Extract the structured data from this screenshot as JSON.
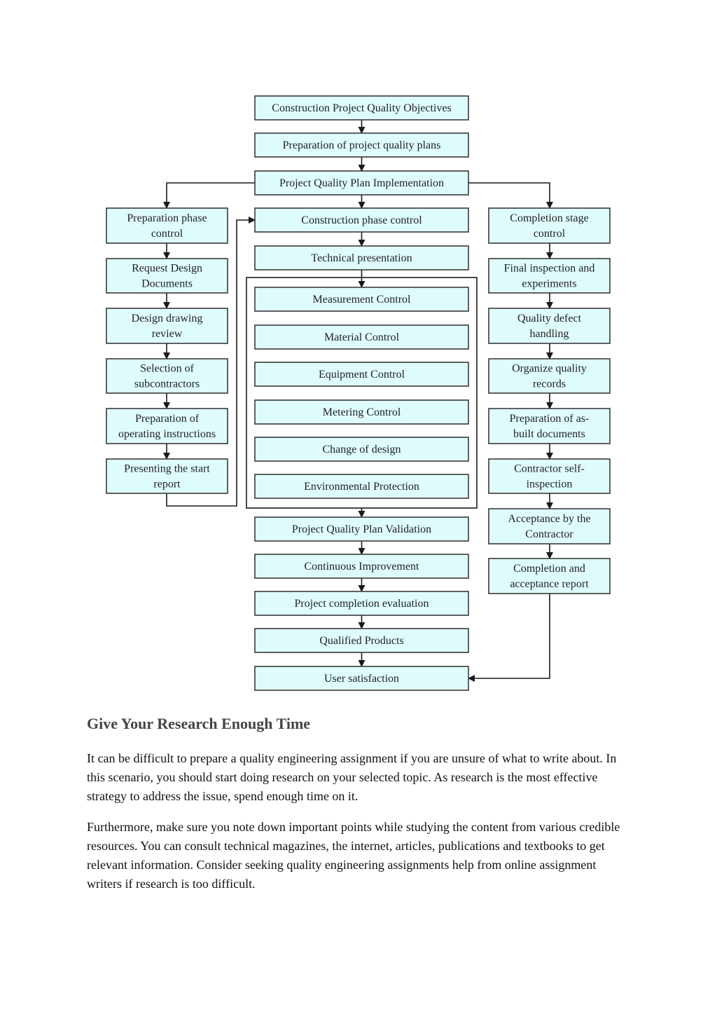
{
  "diagram": {
    "colors": {
      "box_fill": "#dffcfd",
      "box_stroke": "#3a3a3a",
      "line": "#1a1a1a"
    },
    "center": [
      {
        "id": "c1",
        "lines": [
          "Construction Project Quality Objectives"
        ]
      },
      {
        "id": "c2",
        "lines": [
          "Preparation of project quality plans"
        ]
      },
      {
        "id": "c3",
        "lines": [
          "Project Quality Plan Implementation"
        ]
      },
      {
        "id": "c4",
        "lines": [
          "Construction phase control"
        ]
      },
      {
        "id": "c5",
        "lines": [
          "Technical presentation"
        ]
      },
      {
        "id": "c6",
        "lines": [
          "Measurement Control"
        ]
      },
      {
        "id": "c7",
        "lines": [
          "Material Control"
        ]
      },
      {
        "id": "c8",
        "lines": [
          "Equipment Control"
        ]
      },
      {
        "id": "c9",
        "lines": [
          "Metering Control"
        ]
      },
      {
        "id": "c10",
        "lines": [
          "Change of design"
        ]
      },
      {
        "id": "c11",
        "lines": [
          "Environmental Protection"
        ]
      },
      {
        "id": "c12",
        "lines": [
          "Project Quality Plan Validation"
        ]
      },
      {
        "id": "c13",
        "lines": [
          "Continuous Improvement"
        ]
      },
      {
        "id": "c14",
        "lines": [
          "Project completion evaluation"
        ]
      },
      {
        "id": "c15",
        "lines": [
          "Qualified Products"
        ]
      },
      {
        "id": "c16",
        "lines": [
          "User satisfaction"
        ]
      }
    ],
    "left": [
      {
        "id": "l1",
        "lines": [
          "Preparation phase",
          "control"
        ]
      },
      {
        "id": "l2",
        "lines": [
          "Request Design",
          "Documents"
        ]
      },
      {
        "id": "l3",
        "lines": [
          "Design drawing",
          "review"
        ]
      },
      {
        "id": "l4",
        "lines": [
          "Selection of",
          "subcontractors"
        ]
      },
      {
        "id": "l5",
        "lines": [
          "Preparation of",
          "operating instructions"
        ]
      },
      {
        "id": "l6",
        "lines": [
          "Presenting the start",
          "report"
        ]
      }
    ],
    "right": [
      {
        "id": "r1",
        "lines": [
          "Completion stage",
          "control"
        ]
      },
      {
        "id": "r2",
        "lines": [
          "Final inspection and",
          "experiments"
        ]
      },
      {
        "id": "r3",
        "lines": [
          "Quality defect",
          "handling"
        ]
      },
      {
        "id": "r4",
        "lines": [
          "Organize quality",
          "records"
        ]
      },
      {
        "id": "r5",
        "lines": [
          "Preparation of as-",
          "built documents"
        ]
      },
      {
        "id": "r6",
        "lines": [
          "Contractor self-",
          "inspection"
        ]
      },
      {
        "id": "r7",
        "lines": [
          "Acceptance by the",
          "Contractor"
        ]
      },
      {
        "id": "r8",
        "lines": [
          "Completion and",
          "acceptance report"
        ]
      }
    ]
  },
  "article": {
    "heading": "Give Your Research Enough Time",
    "paragraphs": [
      "It can be difficult to prepare a quality engineering assignment if you are unsure of what to write about. In this scenario, you should start doing research on your selected topic. As research is the most effective strategy to address the issue, spend enough time on it.",
      "Furthermore, make sure you note down important points while studying the content from various credible resources. You can consult technical magazines, the internet, articles, publications and textbooks to get relevant information. Consider seeking quality engineering assignments help from online assignment writers if research is too difficult."
    ]
  }
}
